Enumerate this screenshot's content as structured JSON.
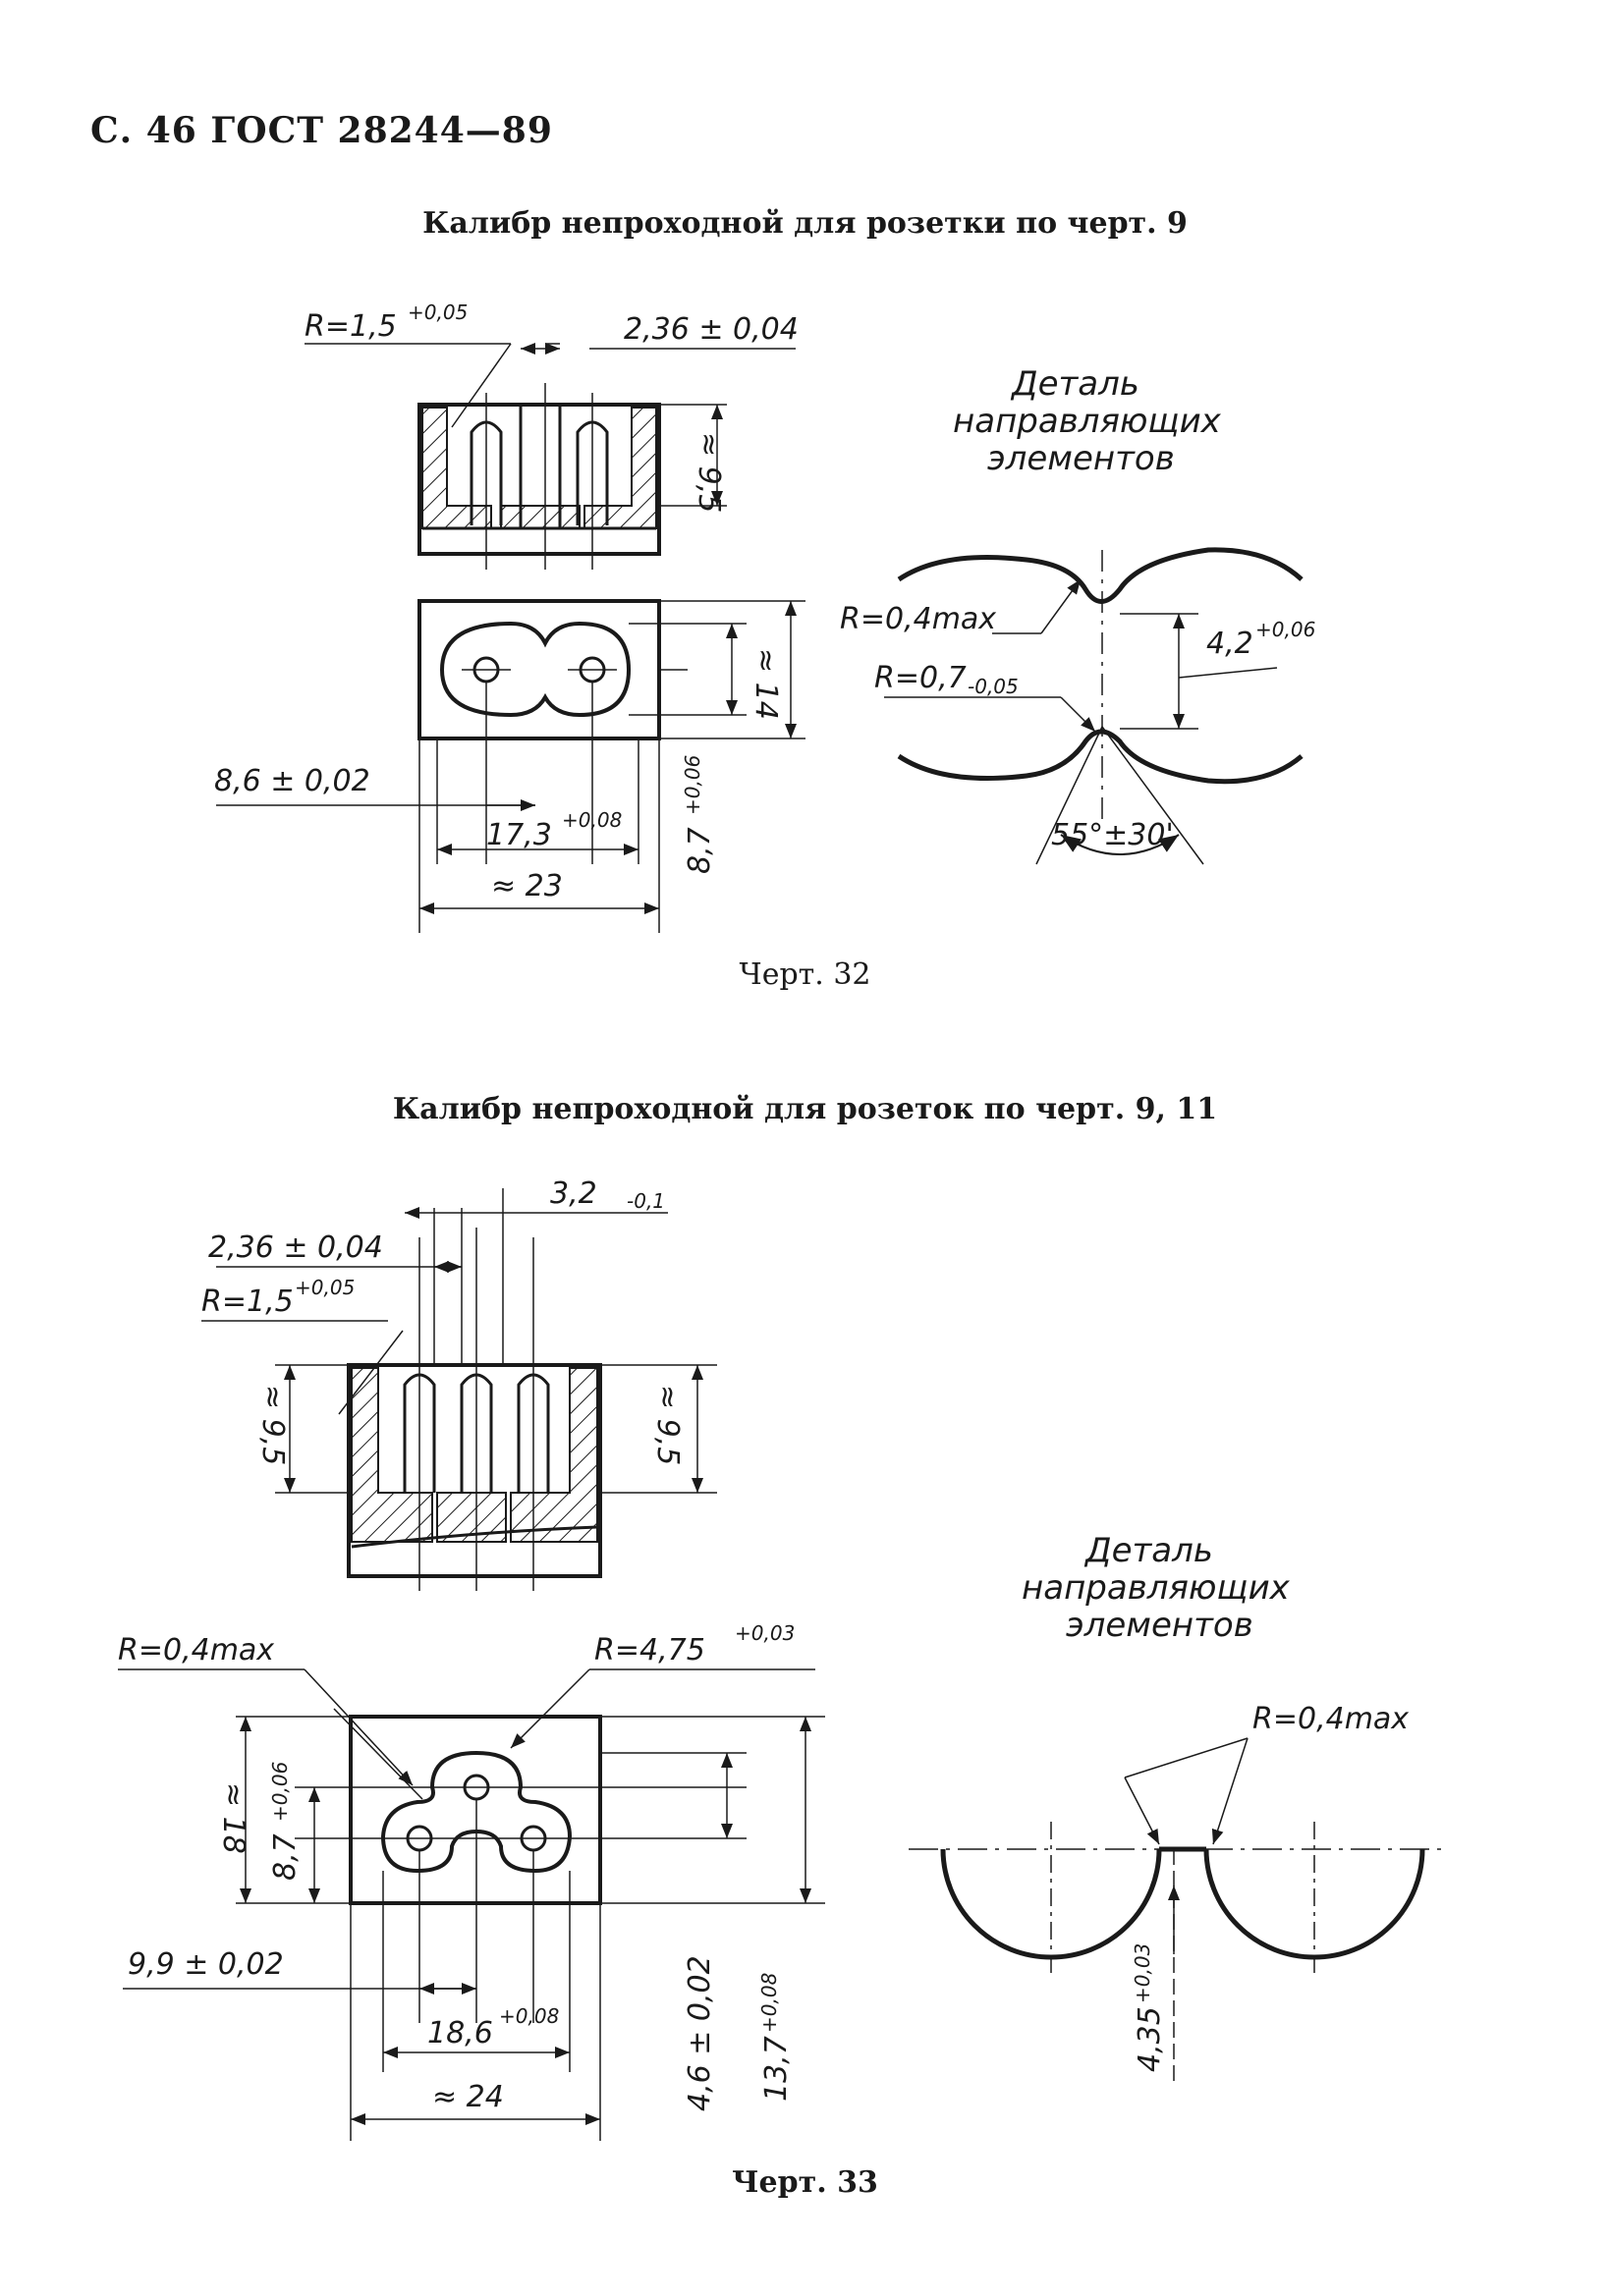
{
  "page": {
    "header": "С. 46 ГОСТ 28244—89"
  },
  "fig32": {
    "title": "Калибр непроходной для розетки по черт. 9",
    "caption": "Черт. 32",
    "dims": {
      "radius_top": "R=1,5",
      "radius_top_tol": "+0,05",
      "slot_width": "2,36 ± 0,04",
      "height_95": "≈ 9,5",
      "height_14": "≈ 14",
      "offset_86": "8,6 ± 0,02",
      "spacing_173": "17,3",
      "spacing_173_tol": "+0,08",
      "width_23": "≈ 23",
      "height_87": "8,7",
      "height_87_tol": "+0,06"
    },
    "detail": {
      "label_line1": "Деталь",
      "label_line2": "направляющих",
      "label_line3": "элементов",
      "r_max": "R=0,4max",
      "r_07": "R=0,7",
      "r_07_tol": "-0,05",
      "gap": "4,2",
      "gap_tol": "+0,06",
      "angle": "55°±30'"
    }
  },
  "fig33": {
    "title": "Калибр непроходной для розеток по черт. 9, 11",
    "caption": "Черт. 33",
    "dims": {
      "slot_32": "3,2",
      "slot_32_tol": "-0,1",
      "slot_width": "2,36 ± 0,04",
      "radius_top": "R=1,5",
      "radius_top_tol": "+0,05",
      "height_95_left": "≈ 9,5",
      "height_95_right": "≈ 9,5",
      "r_max": "R=0,4max",
      "r_475": "R=4,75",
      "r_475_tol": "+0,03",
      "height_18": "≈ 18",
      "height_87": "8,7",
      "height_87_tol": "+0,06",
      "offset_99": "9,9 ± 0,02",
      "spacing_186": "18,6",
      "spacing_186_tol": "+0,08",
      "width_24": "≈ 24",
      "height_46": "4,6 ± 0,02",
      "height_137": "13,7",
      "height_137_tol": "+0,08"
    },
    "detail": {
      "label_line1": "Деталь",
      "label_line2": "направляющих",
      "label_line3": "элементов",
      "r_max": "R=0,4max",
      "depth": "4,35",
      "depth_tol": "+0,03"
    }
  }
}
